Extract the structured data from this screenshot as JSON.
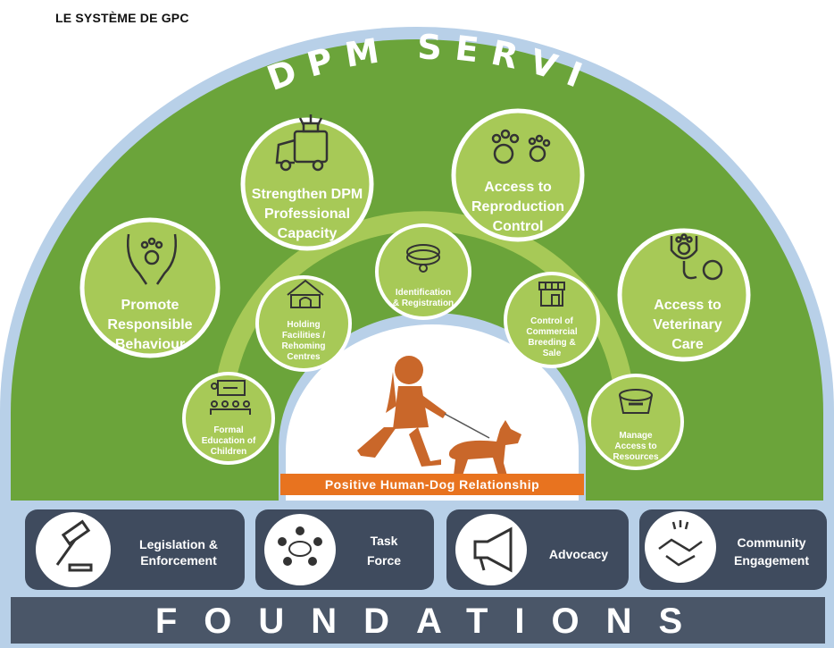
{
  "header": {
    "title": "LE SYSTÈME DE GPC"
  },
  "dome": {
    "title": "DPM SERVICES",
    "colors": {
      "green": "#6ba43a",
      "light_green": "#a7c957",
      "border": "#b8d0e8"
    }
  },
  "services_outer": [
    {
      "id": "strengthen",
      "lines": [
        "Strengthen DPM",
        "Professional",
        "Capacity"
      ],
      "icon": "van-paw-icon"
    },
    {
      "id": "reproduction",
      "lines": [
        "Access to",
        "Reproduction",
        "Control"
      ],
      "icon": "paws-icon"
    },
    {
      "id": "promote",
      "lines": [
        "Promote",
        "Responsible",
        "Behaviour"
      ],
      "icon": "hands-paw-icon"
    },
    {
      "id": "veterinary",
      "lines": [
        "Access to",
        "Veterinary",
        "Care"
      ],
      "icon": "stethoscope-paw-icon"
    }
  ],
  "services_inner": [
    {
      "id": "education",
      "lines": [
        "Formal",
        "Education of",
        "Children"
      ],
      "icon": "classroom-icon"
    },
    {
      "id": "holding",
      "lines": [
        "Holding",
        "Facilities /",
        "Rehoming",
        "Centres"
      ],
      "icon": "doghouse-icon"
    },
    {
      "id": "identification",
      "lines": [
        "Identification",
        "& Registration"
      ],
      "icon": "collar-icon"
    },
    {
      "id": "commercial",
      "lines": [
        "Control of",
        "Commercial",
        "Breeding &",
        "Sale"
      ],
      "icon": "shop-icon"
    },
    {
      "id": "resources",
      "lines": [
        "Manage",
        "Access to",
        "Resources"
      ],
      "icon": "dog-bowl-icon"
    }
  ],
  "center": {
    "label": "Positive Human-Dog Relationship",
    "colors": {
      "orange": "#e8731f",
      "figure": "#c9672a"
    }
  },
  "pillars": [
    {
      "id": "legislation",
      "lines": [
        "Legislation &",
        "Enforcement"
      ],
      "icon": "gavel-icon"
    },
    {
      "id": "taskforce",
      "lines": [
        "Task",
        "Force"
      ],
      "icon": "meeting-icon"
    },
    {
      "id": "advocacy",
      "lines": [
        "Advocacy"
      ],
      "icon": "megaphone-icon"
    },
    {
      "id": "community",
      "lines": [
        "Community",
        "Engagement"
      ],
      "icon": "handshake-icon"
    }
  ],
  "foundations": {
    "label": "FOUNDATIONS",
    "colors": {
      "bar": "#4a5668",
      "pill": "#3f4b5e"
    }
  }
}
